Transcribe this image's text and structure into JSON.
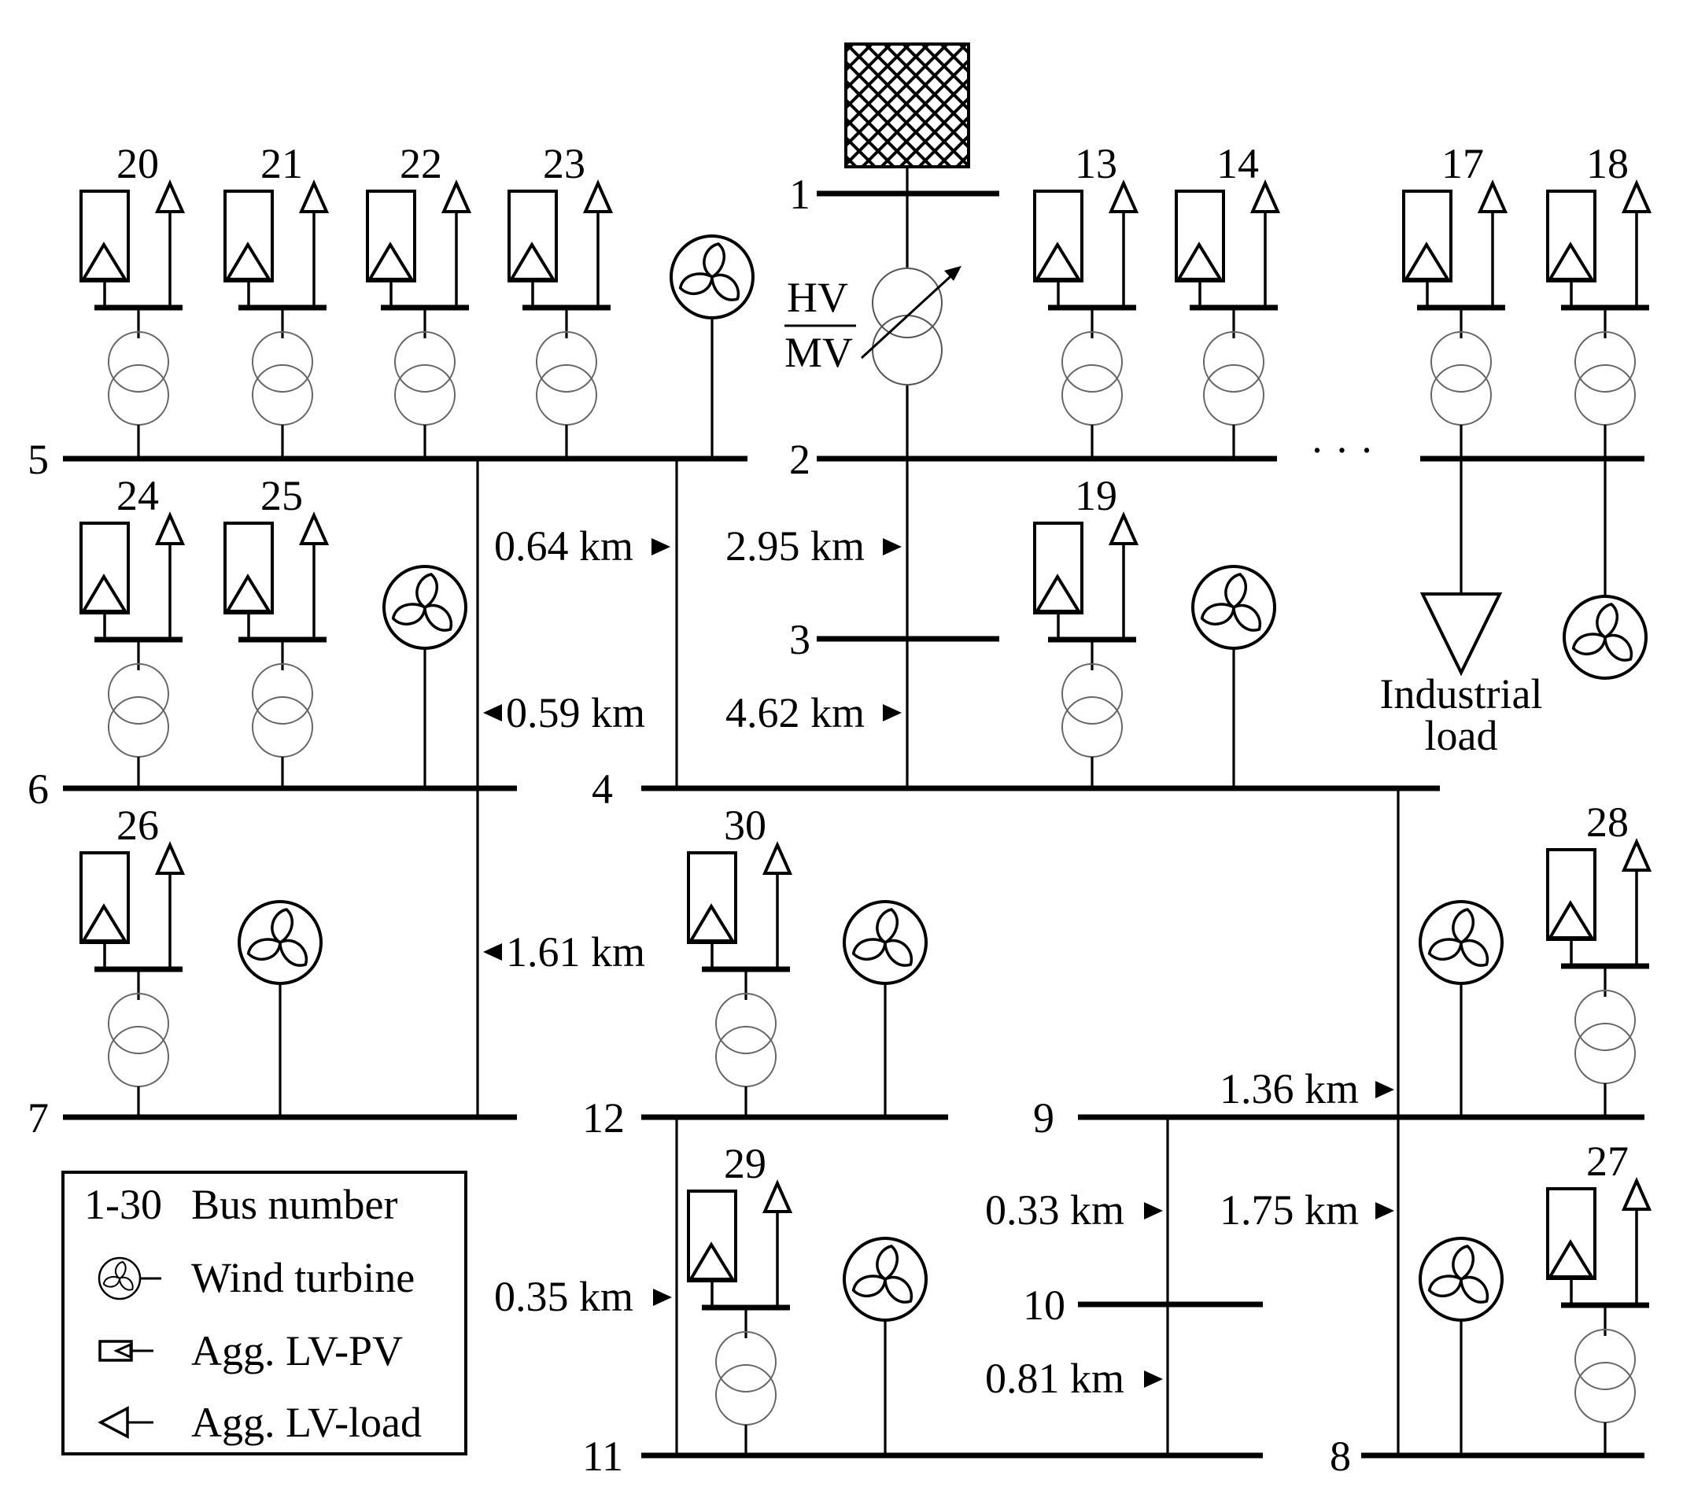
{
  "buses": [
    {
      "id": "1",
      "label": "1"
    },
    {
      "id": "2",
      "label": "2"
    },
    {
      "id": "3",
      "label": "3"
    },
    {
      "id": "4",
      "label": "4"
    },
    {
      "id": "5",
      "label": "5"
    },
    {
      "id": "6",
      "label": "6"
    },
    {
      "id": "7",
      "label": "7"
    },
    {
      "id": "8",
      "label": "8"
    },
    {
      "id": "9",
      "label": "9"
    },
    {
      "id": "10",
      "label": "10"
    },
    {
      "id": "11",
      "label": "11"
    },
    {
      "id": "12",
      "label": "12"
    }
  ],
  "lv_nodes": [
    {
      "id": "13",
      "label": "13",
      "bus": "2"
    },
    {
      "id": "14",
      "label": "14",
      "bus": "2"
    },
    {
      "id": "17",
      "label": "17",
      "bus": "2"
    },
    {
      "id": "18",
      "label": "18",
      "bus": "2"
    },
    {
      "id": "19",
      "label": "19",
      "bus": "4"
    },
    {
      "id": "20",
      "label": "20",
      "bus": "5"
    },
    {
      "id": "21",
      "label": "21",
      "bus": "5"
    },
    {
      "id": "22",
      "label": "22",
      "bus": "5"
    },
    {
      "id": "23",
      "label": "23",
      "bus": "5"
    },
    {
      "id": "24",
      "label": "24",
      "bus": "6"
    },
    {
      "id": "25",
      "label": "25",
      "bus": "6"
    },
    {
      "id": "26",
      "label": "26",
      "bus": "7"
    },
    {
      "id": "27",
      "label": "27",
      "bus": "8"
    },
    {
      "id": "28",
      "label": "28",
      "bus": "9"
    },
    {
      "id": "29",
      "label": "29",
      "bus": "11"
    },
    {
      "id": "30",
      "label": "30",
      "bus": "12"
    }
  ],
  "lines": [
    {
      "from": "5",
      "to": "4",
      "length": "0.64 km"
    },
    {
      "from": "2",
      "to": "3",
      "length": "2.95 km"
    },
    {
      "from": "5",
      "to": "6",
      "length": "0.59 km"
    },
    {
      "from": "3",
      "to": "4",
      "length": "4.62 km"
    },
    {
      "from": "6",
      "to": "7",
      "length": "1.61 km"
    },
    {
      "from": "4",
      "to": "9",
      "length": "1.36 km"
    },
    {
      "from": "9",
      "to": "10",
      "length": "0.33 km"
    },
    {
      "from": "9",
      "to": "8",
      "length": "1.75 km"
    },
    {
      "from": "12",
      "to": "11",
      "length": "0.35 km"
    },
    {
      "from": "10",
      "to": "11",
      "length": "0.81 km"
    }
  ],
  "transformer": {
    "label_top": "HV",
    "label_bottom": "MV"
  },
  "continuation": "· · ·",
  "industrial_load": {
    "line1": "Industrial",
    "line2": "load"
  },
  "legend": {
    "bus_number_key": "1-30",
    "bus_number_text": "Bus number",
    "wind_turbine_text": "Wind turbine",
    "pv_text": "Agg. LV-PV",
    "load_text": "Agg. LV-load"
  },
  "icons": {
    "grid": "external-grid-icon",
    "wind": "wind-turbine-icon",
    "pv": "pv-icon",
    "load": "load-arrow-icon",
    "transformer": "transformer-icon"
  }
}
